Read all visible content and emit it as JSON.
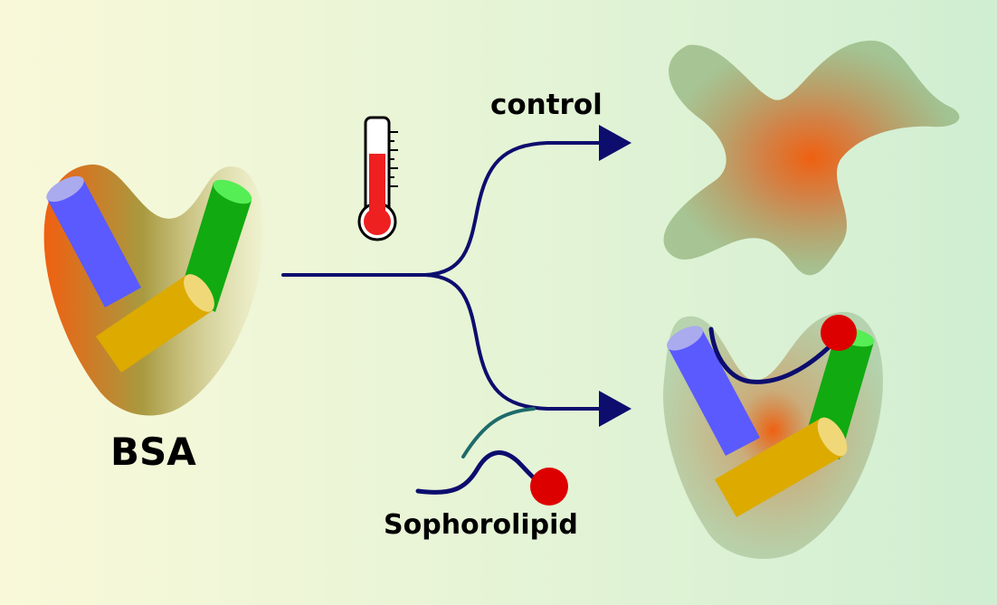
{
  "labels": {
    "bsa": "BSA",
    "control": "control",
    "sophorolipid": "Sophorolipid"
  },
  "icons": {
    "temperature": "thermometer-icon"
  },
  "colors": {
    "background_left": "#f8f8d8",
    "background_right": "#d2efd2",
    "arrow": "#0d0d6e",
    "helix_blue": "#5a5aff",
    "helix_green": "#11aa11",
    "helix_yellow": "#ddaa00",
    "protein_core": "#f06010",
    "lipid_head": "#dd0000",
    "thermometer_fill": "#ee2020"
  }
}
